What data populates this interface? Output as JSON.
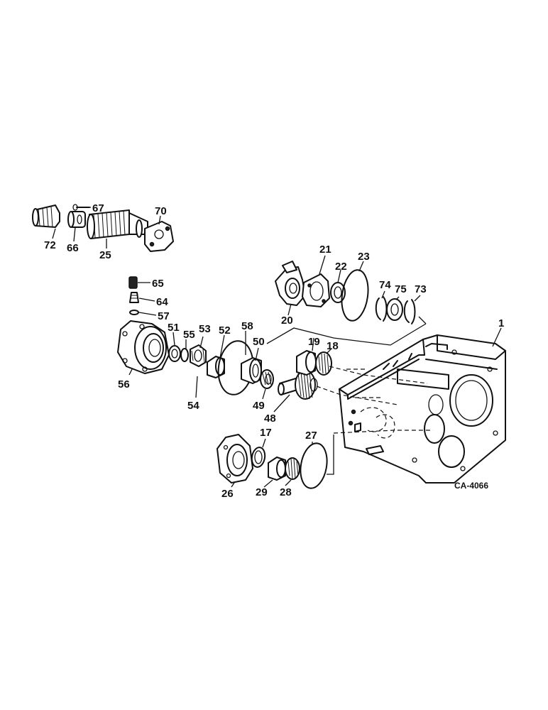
{
  "drawing_code": "CA-4066",
  "callouts": {
    "c1": "1",
    "c17": "17",
    "c18": "18",
    "c19": "19",
    "c20": "20",
    "c21": "21",
    "c22": "22",
    "c23": "23",
    "c25": "25",
    "c26": "26",
    "c27": "27",
    "c28": "28",
    "c29": "29",
    "c48": "48",
    "c49": "49",
    "c50": "50",
    "c51": "51",
    "c52": "52",
    "c53": "53",
    "c54": "54",
    "c55": "55",
    "c56": "56",
    "c57": "57",
    "c58": "58",
    "c64": "64",
    "c65": "65",
    "c66": "66",
    "c67": "67",
    "c70": "70",
    "c72": "72",
    "c73": "73",
    "c74": "74",
    "c75": "75"
  }
}
